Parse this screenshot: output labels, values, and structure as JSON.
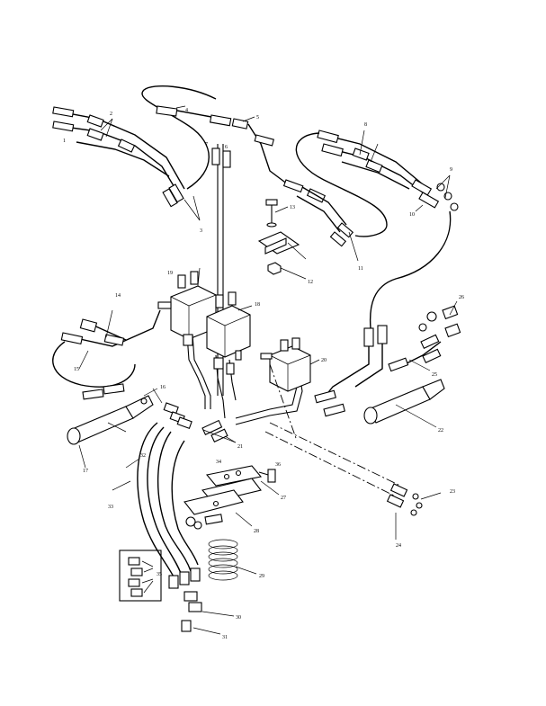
{
  "diagram": {
    "callouts": [
      "1",
      "2",
      "3",
      "4",
      "5",
      "6",
      "7",
      "8",
      "9",
      "10",
      "11",
      "12",
      "13",
      "14",
      "15",
      "16",
      "17",
      "18",
      "19",
      "20",
      "21",
      "22",
      "23",
      "24",
      "25",
      "26",
      "27",
      "28",
      "29",
      "30",
      "31",
      "32",
      "33",
      "34",
      "35",
      "36"
    ],
    "inset_label": ""
  }
}
